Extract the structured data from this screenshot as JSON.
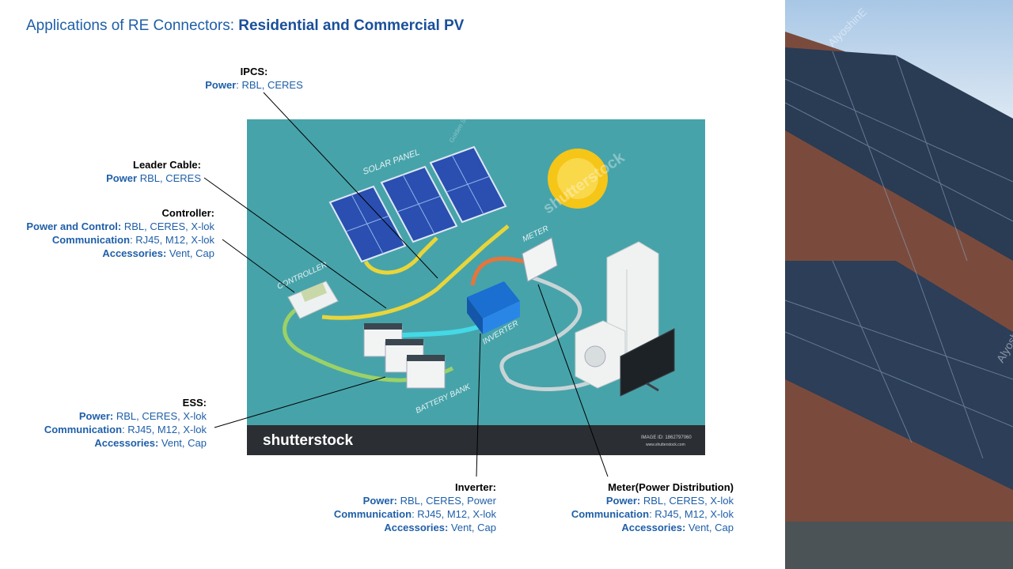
{
  "slide": {
    "title_prefix": "Applications of RE Connectors: ",
    "title_bold": "Residential and Commercial PV"
  },
  "diagram": {
    "labels": {
      "solar_panel": "SOLAR PANEL",
      "controller": "CONTROLLER",
      "meter": "METER",
      "inverter": "INVERTER",
      "battery_bank": "BATTERY BANK"
    },
    "footer_brand": "shutterstock",
    "image_id": "IMAGE ID: 1862797060",
    "site": "www.shutterstock.com",
    "watermark": "shutterstock",
    "credit": "Golden Sikorka"
  },
  "photo": {
    "watermark_1": "AlyoshinE",
    "watermark_2": "Alyoshin"
  },
  "callouts": {
    "ipcs": {
      "head": "IPCS:",
      "l1_key": "Power",
      "l1_val": ": RBL, CERES"
    },
    "leader": {
      "head": "Leader Cable:",
      "l1_key": "Power",
      "l1_val": " RBL, CERES"
    },
    "controller": {
      "head": "Controller:",
      "l1_key": "Power and Control:",
      "l1_val": " RBL, CERES, X-lok",
      "l2_key": "Communication",
      "l2_val": ": RJ45, M12, X-lok",
      "l3_key": "Accessories:",
      "l3_val": " Vent, Cap"
    },
    "ess": {
      "head": "ESS:",
      "l1_key": "Power:",
      "l1_val": " RBL, CERES, X-lok",
      "l2_key": "Communication",
      "l2_val": ": RJ45, M12, X-lok",
      "l3_key": "Accessories:",
      "l3_val": " Vent, Cap"
    },
    "inverter": {
      "head": "Inverter:",
      "l1_key": "Power:",
      "l1_val": " RBL, CERES, Power",
      "l2_key": "Communication",
      "l2_val": ": RJ45, M12, X-lok",
      "l3_key": "Accessories:",
      "l3_val": " Vent, Cap"
    },
    "meter": {
      "head": "Meter(Power Distribution)",
      "l1_key": "Power:",
      "l1_val": " RBL, CERES, X-lok",
      "l2_key": "Communication",
      "l2_val": ": RJ45, M12, X-lok",
      "l3_key": "Accessories:",
      "l3_val": " Vent, Cap"
    }
  }
}
